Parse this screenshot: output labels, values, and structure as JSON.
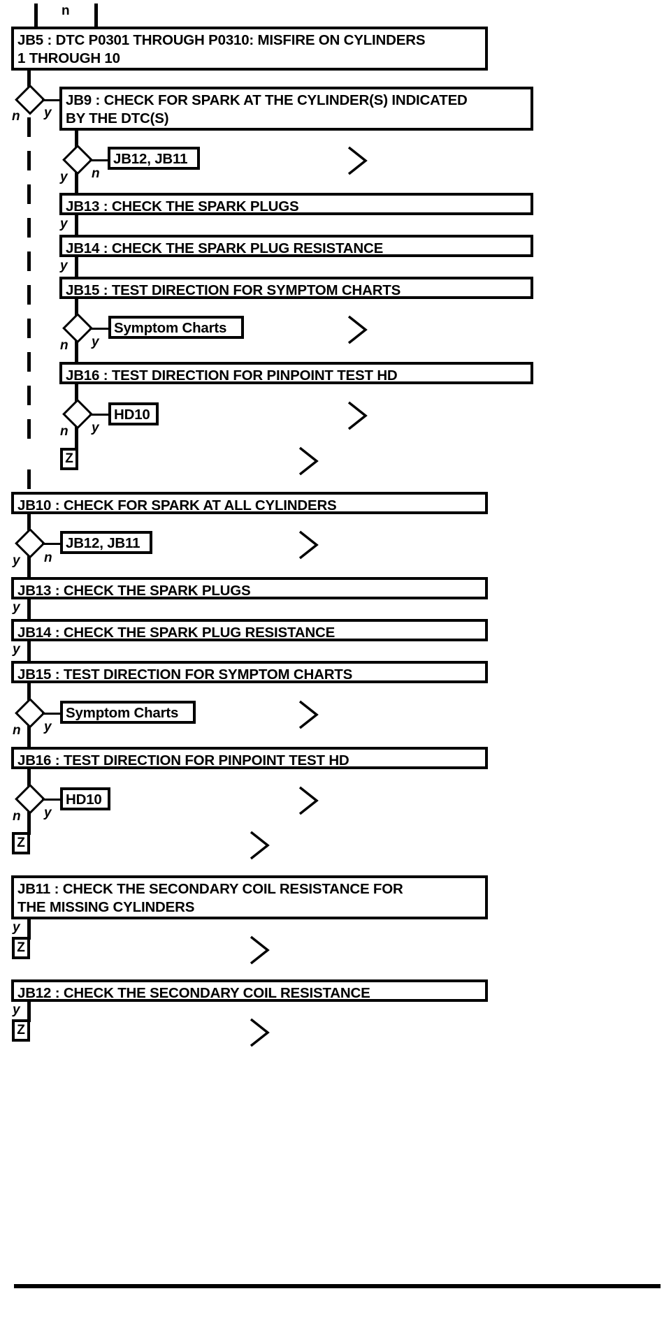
{
  "diagram": {
    "type": "troubleshooting-flowchart",
    "title_hidden": "",
    "labels": {
      "yes": "y",
      "no": "n"
    },
    "terminator_symbol": "Z",
    "colors": {
      "ink": "#000000",
      "paper": "#ffffff"
    }
  },
  "top_connector": {
    "no_label": "n"
  },
  "group_a": {
    "jb5": "JB5 : DTC P0301 THROUGH P0310: MISFIRE ON CYLINDERS\n1 THROUGH 10",
    "jb5_decision_no": "n",
    "jb5_decision_yes": "y",
    "jb9": "JB9 : CHECK FOR SPARK AT THE CYLINDER(S) INDICATED\nBY THE DTC(S)",
    "jb9_decision_yes": "y",
    "jb9_decision_no": "n",
    "ref_jb12_jb11": "JB12, JB11",
    "jb13": "JB13 : CHECK THE SPARK PLUGS",
    "jb13_yes": "y",
    "jb14": "JB14 : CHECK THE SPARK PLUG RESISTANCE",
    "jb14_yes": "y",
    "jb15": "JB15 : TEST DIRECTION FOR SYMPTOM CHARTS",
    "symptom_decision_no": "n",
    "symptom_decision_yes": "y",
    "ref_symptom_charts": "Symptom Charts",
    "jb16": "JB16 : TEST DIRECTION FOR PINPOINT TEST HD",
    "hd_decision_no": "n",
    "hd_decision_yes": "y",
    "ref_hd10": "HD10",
    "terminator": "Z"
  },
  "group_b": {
    "jb10": "JB10 : CHECK FOR SPARK AT ALL CYLINDERS",
    "jb10_decision_yes": "y",
    "jb10_decision_no": "n",
    "ref_jb12_jb11": "JB12, JB11",
    "jb13": "JB13 : CHECK THE SPARK PLUGS",
    "jb13_yes": "y",
    "jb14": "JB14 : CHECK THE SPARK PLUG RESISTANCE",
    "jb14_yes": "y",
    "jb15": "JB15 : TEST DIRECTION FOR SYMPTOM CHARTS",
    "symptom_decision_no": "n",
    "symptom_decision_yes": "y",
    "ref_symptom_charts": "Symptom Charts",
    "jb16": "JB16 : TEST DIRECTION FOR PINPOINT TEST HD",
    "hd_decision_no": "n",
    "hd_decision_yes": "y",
    "ref_hd10": "HD10",
    "terminator": "Z"
  },
  "group_c": {
    "jb11": "JB11 : CHECK THE SECONDARY COIL RESISTANCE FOR\nTHE MISSING CYLINDERS",
    "jb11_yes": "y",
    "terminator": "Z"
  },
  "group_d": {
    "jb12": "JB12 : CHECK THE SECONDARY COIL RESISTANCE",
    "jb12_yes": "y",
    "terminator": "Z"
  }
}
